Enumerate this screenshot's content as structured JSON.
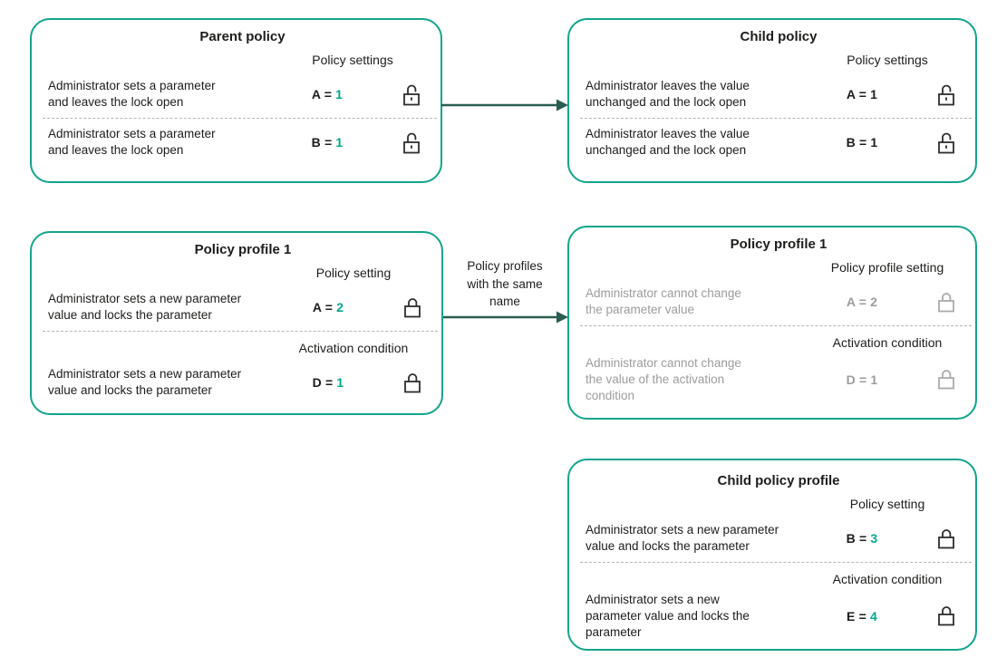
{
  "palette": {
    "text": "#1D1D1B",
    "muted_text": "#9C9C9B",
    "accent_value": "#00A88E",
    "box_border": "#12A48C",
    "arrow": "#2A5D53",
    "divider": "#B6B6B4"
  },
  "arrow_label": {
    "lines": [
      "Policy profiles",
      "with the same",
      "name"
    ]
  },
  "boxes": [
    {
      "title": "Parent policy",
      "sections": [
        {
          "header": "Policy settings",
          "rows": [
            {
              "text": [
                "Administrator sets a parameter",
                "and leaves the lock open"
              ],
              "label": "A =",
              "num": "1",
              "lock": "open"
            },
            {
              "text": [
                "Administrator sets a parameter",
                "and leaves the lock open"
              ],
              "label": "B =",
              "num": "1",
              "lock": "open"
            }
          ]
        }
      ]
    },
    {
      "title": "Child policy",
      "sections": [
        {
          "header": "Policy settings",
          "rows": [
            {
              "text": [
                "Administrator leaves the value",
                "unchanged and the lock open"
              ],
              "label": "A =",
              "num": "1",
              "lock": "open"
            },
            {
              "text": [
                "Administrator leaves the value",
                "unchanged and the lock open"
              ],
              "label": "B =",
              "num": "1",
              "lock": "open"
            }
          ]
        }
      ]
    },
    {
      "title": "Policy profile 1",
      "sections": [
        {
          "header": "Policy setting",
          "rows": [
            {
              "text": [
                "Administrator sets a new parameter",
                "value and locks the parameter"
              ],
              "label": "A =",
              "num": "2",
              "lock": "closed"
            }
          ]
        },
        {
          "header": "Activation condition",
          "rows": [
            {
              "text": [
                "Administrator sets a new parameter",
                "value and locks the parameter"
              ],
              "label": "D =",
              "num": "1",
              "lock": "closed"
            }
          ]
        }
      ]
    },
    {
      "title": "Policy profile 1",
      "sections": [
        {
          "header": "Policy profile setting",
          "rows": [
            {
              "text": [
                "Administrator cannot change",
                "the parameter value"
              ],
              "label": "A =",
              "num": "2",
              "lock": "closed"
            }
          ]
        },
        {
          "header": "Activation condition",
          "rows": [
            {
              "text": [
                "Administrator cannot change",
                "the value of the activation",
                "condition"
              ],
              "label": "D =",
              "num": "1",
              "lock": "closed"
            }
          ]
        }
      ]
    },
    {
      "title": "Child policy profile",
      "sections": [
        {
          "header": "Policy setting",
          "rows": [
            {
              "text": [
                "Administrator sets a new parameter",
                "value and locks the parameter"
              ],
              "label": "B =",
              "num": "3",
              "lock": "closed"
            }
          ]
        },
        {
          "header": "Activation condition",
          "rows": [
            {
              "text": [
                "Administrator sets a new",
                "parameter value and locks the",
                "parameter"
              ],
              "label": "E =",
              "num": "4",
              "lock": "closed"
            }
          ]
        }
      ]
    }
  ]
}
